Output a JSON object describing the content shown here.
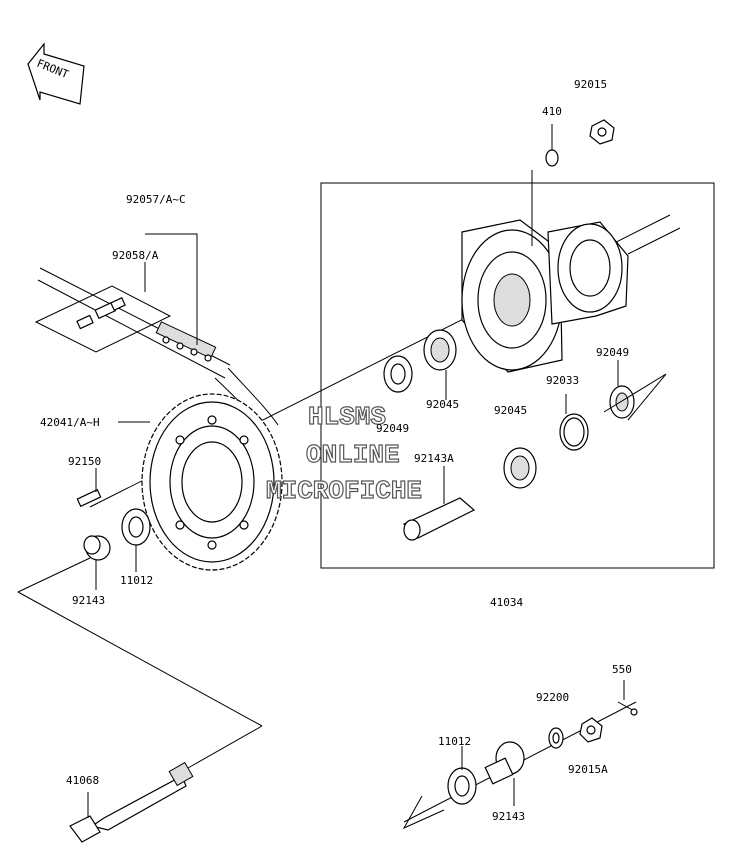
{
  "front_arrow": {
    "label": "FRONT"
  },
  "watermark": {
    "line1": "HLSMS",
    "line2": "ONLINE",
    "line3": "MICROFICHE"
  },
  "parts": [
    {
      "id": "p92015",
      "code": "92015"
    },
    {
      "id": "p410",
      "code": "410"
    },
    {
      "id": "p92057",
      "code": "92057/A~C"
    },
    {
      "id": "p92058",
      "code": "92058/A"
    },
    {
      "id": "p42041",
      "code": "42041/A~H"
    },
    {
      "id": "p92049a",
      "code": "92049"
    },
    {
      "id": "p92049b",
      "code": "92049"
    },
    {
      "id": "p92045a",
      "code": "92045"
    },
    {
      "id": "p92045b",
      "code": "92045"
    },
    {
      "id": "p92033",
      "code": "92033"
    },
    {
      "id": "p92143A",
      "code": "92143A"
    },
    {
      "id": "p92150",
      "code": "92150"
    },
    {
      "id": "p11012a",
      "code": "11012"
    },
    {
      "id": "p92143a",
      "code": "92143"
    },
    {
      "id": "p41034",
      "code": "41034"
    },
    {
      "id": "p550",
      "code": "550"
    },
    {
      "id": "p92200",
      "code": "92200"
    },
    {
      "id": "p11012b",
      "code": "11012"
    },
    {
      "id": "p92015A",
      "code": "92015A"
    },
    {
      "id": "p41068",
      "code": "41068"
    },
    {
      "id": "p92143b",
      "code": "92143"
    }
  ]
}
